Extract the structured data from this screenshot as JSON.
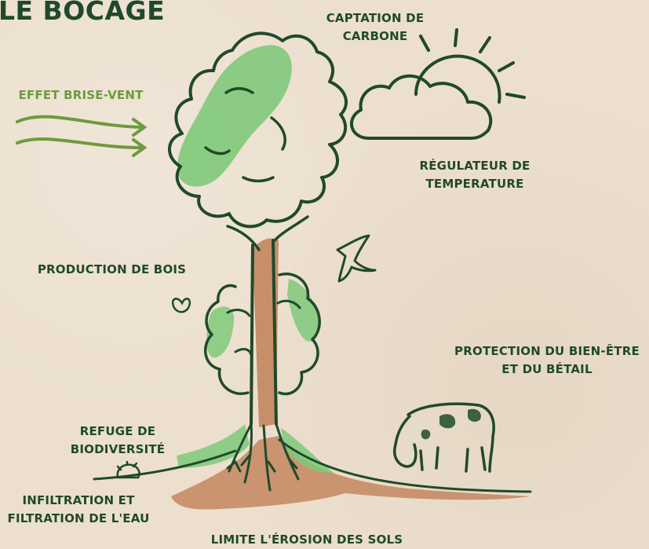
{
  "title": "LE BOCAGE",
  "labels": {
    "captation": [
      "CAPTATION DE",
      "CARBONE"
    ],
    "brise_vent": [
      "EFFET BRISE-VENT"
    ],
    "regulateur": [
      "RÉGULATEUR DE",
      "TEMPERATURE"
    ],
    "bois": [
      "PRODUCTION DE BOIS"
    ],
    "bien_etre": [
      "PROTECTION DU BIEN-ÊTRE",
      "ET DU BÉTAIL"
    ],
    "refuge": [
      "REFUGE DE",
      "BIODIVERSITÉ"
    ],
    "infiltration": [
      "INFILTRATION ET",
      "FILTRATION DE L'EAU"
    ],
    "erosion": [
      "LIMITE L'ÉROSION DES SOLS"
    ]
  },
  "colors": {
    "ink": "#1f4a2a",
    "leaf": "#7fc97a",
    "soil": "#c78f69",
    "wind": "#6e9a3e",
    "paper": "#ecdfce"
  }
}
